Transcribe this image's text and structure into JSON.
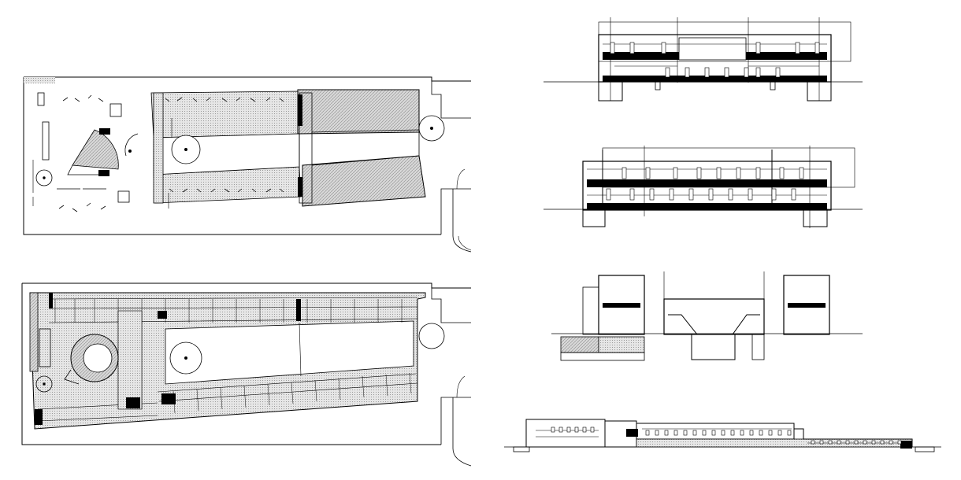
{
  "drawing": {
    "views": [
      {
        "id": "plan-roof",
        "kind": "plan"
      },
      {
        "id": "plan-ground",
        "kind": "plan"
      },
      {
        "id": "section-a",
        "kind": "section"
      },
      {
        "id": "section-b",
        "kind": "section"
      },
      {
        "id": "section-c",
        "kind": "section"
      },
      {
        "id": "elevation-long",
        "kind": "elevation"
      }
    ],
    "colors": {
      "line": "#000000",
      "hatch": "#c8c8c8",
      "paper": "#ffffff"
    }
  }
}
